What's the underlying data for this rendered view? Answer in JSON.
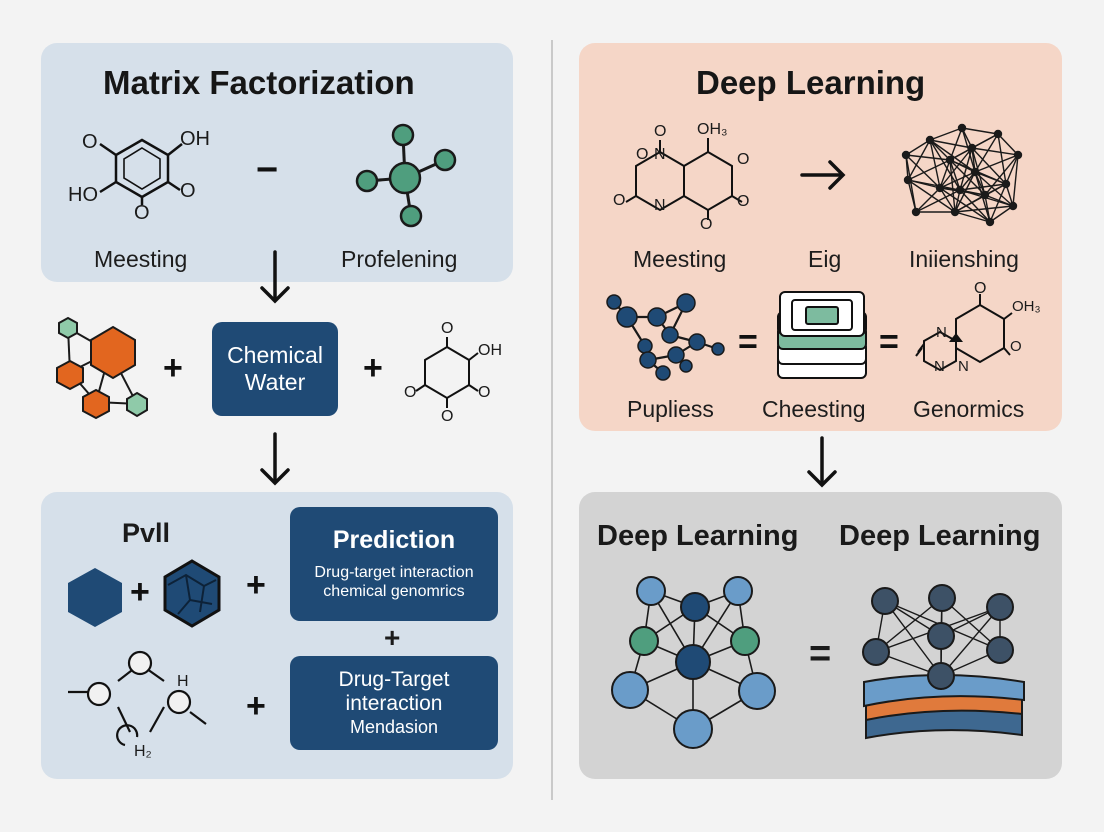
{
  "left": {
    "top_panel": {
      "title": "Matrix Factorization",
      "minus": "−",
      "labels": [
        "Meesting",
        "Profelening"
      ],
      "atom_labels": {
        "o_top_left": "O",
        "oh_top_right": "OH",
        "ho_left": "HO",
        "o_right": "O",
        "o_bottom": "O"
      }
    },
    "middle": {
      "plus_left": "+",
      "plus_right": "+",
      "box_line1": "Chemical",
      "box_line2": "Water",
      "atom_labels": {
        "o_top": "O",
        "oh": "OH",
        "o_left": "O",
        "o_right": "O",
        "o_bottom": "O"
      }
    },
    "bottom_panel": {
      "pvll": "Pvll",
      "plus_between_shapes": "+",
      "plus_before_box": "+",
      "plus_center": "+",
      "plus_lower": "+",
      "prediction_title": "Prediction",
      "prediction_line1": "Drug-target interaction",
      "prediction_line2": "chemical genomrics",
      "dt_line1": "Drug-Target",
      "dt_line2": "interaction",
      "dt_line3": "Mendasion",
      "atom_labels": {
        "h": "H",
        "h2": "H₂"
      }
    }
  },
  "right": {
    "top_panel": {
      "title": "Deep Learning",
      "labels_row1": [
        "Meesting",
        "Eig",
        "Iniienshing"
      ],
      "labels_row2": [
        "Pupliess",
        "Cheesting",
        "Genormics"
      ],
      "equals_1": "=",
      "equals_2": "=",
      "atom_labels": {
        "o_top": "O",
        "oh3": "OH₃",
        "n_o_left": "O",
        "n_left": "N",
        "o_right": "O",
        "o_left2": "O",
        "n_bottom": "N",
        "o_far_right": "O",
        "o_bottom": "O",
        "gen_o": "O",
        "gen_oh3": "OH₃",
        "gen_n_left": "N",
        "gen_n_bottom": "N",
        "gen_n": "N",
        "gen_o2": "O"
      }
    },
    "bottom_panel": {
      "title_left": "Deep Learning",
      "title_right": "Deep Learning",
      "equals": "="
    }
  },
  "colors": {
    "left_panel_bg": "#d6e0ea",
    "right_top_bg": "#f5d6c7",
    "right_bottom_bg": "#d3d3d3",
    "navy": "#1f4a75",
    "orange": "#e2661f",
    "teal": "#4f9e7e",
    "node_blue": "#6a9cc9",
    "node_dark": "#1f4a75"
  }
}
